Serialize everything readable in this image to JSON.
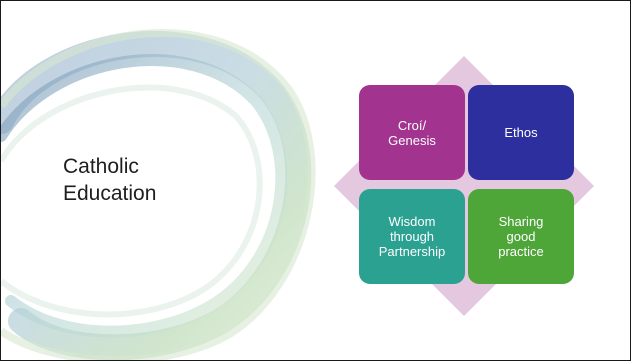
{
  "slide": {
    "title_lines": [
      "Catholic",
      "Education"
    ]
  },
  "diagram": {
    "tiles": [
      {
        "label": "Croí/\nGenesis",
        "color": "#a2338f"
      },
      {
        "label": "Ethos",
        "color": "#2e2f9f"
      },
      {
        "label": "Wisdom\nthrough\nPartnership",
        "color": "#2aa191"
      },
      {
        "label": "Sharing\ngood\npractice",
        "color": "#4ea639"
      }
    ],
    "background_color": "#e4c8df"
  }
}
